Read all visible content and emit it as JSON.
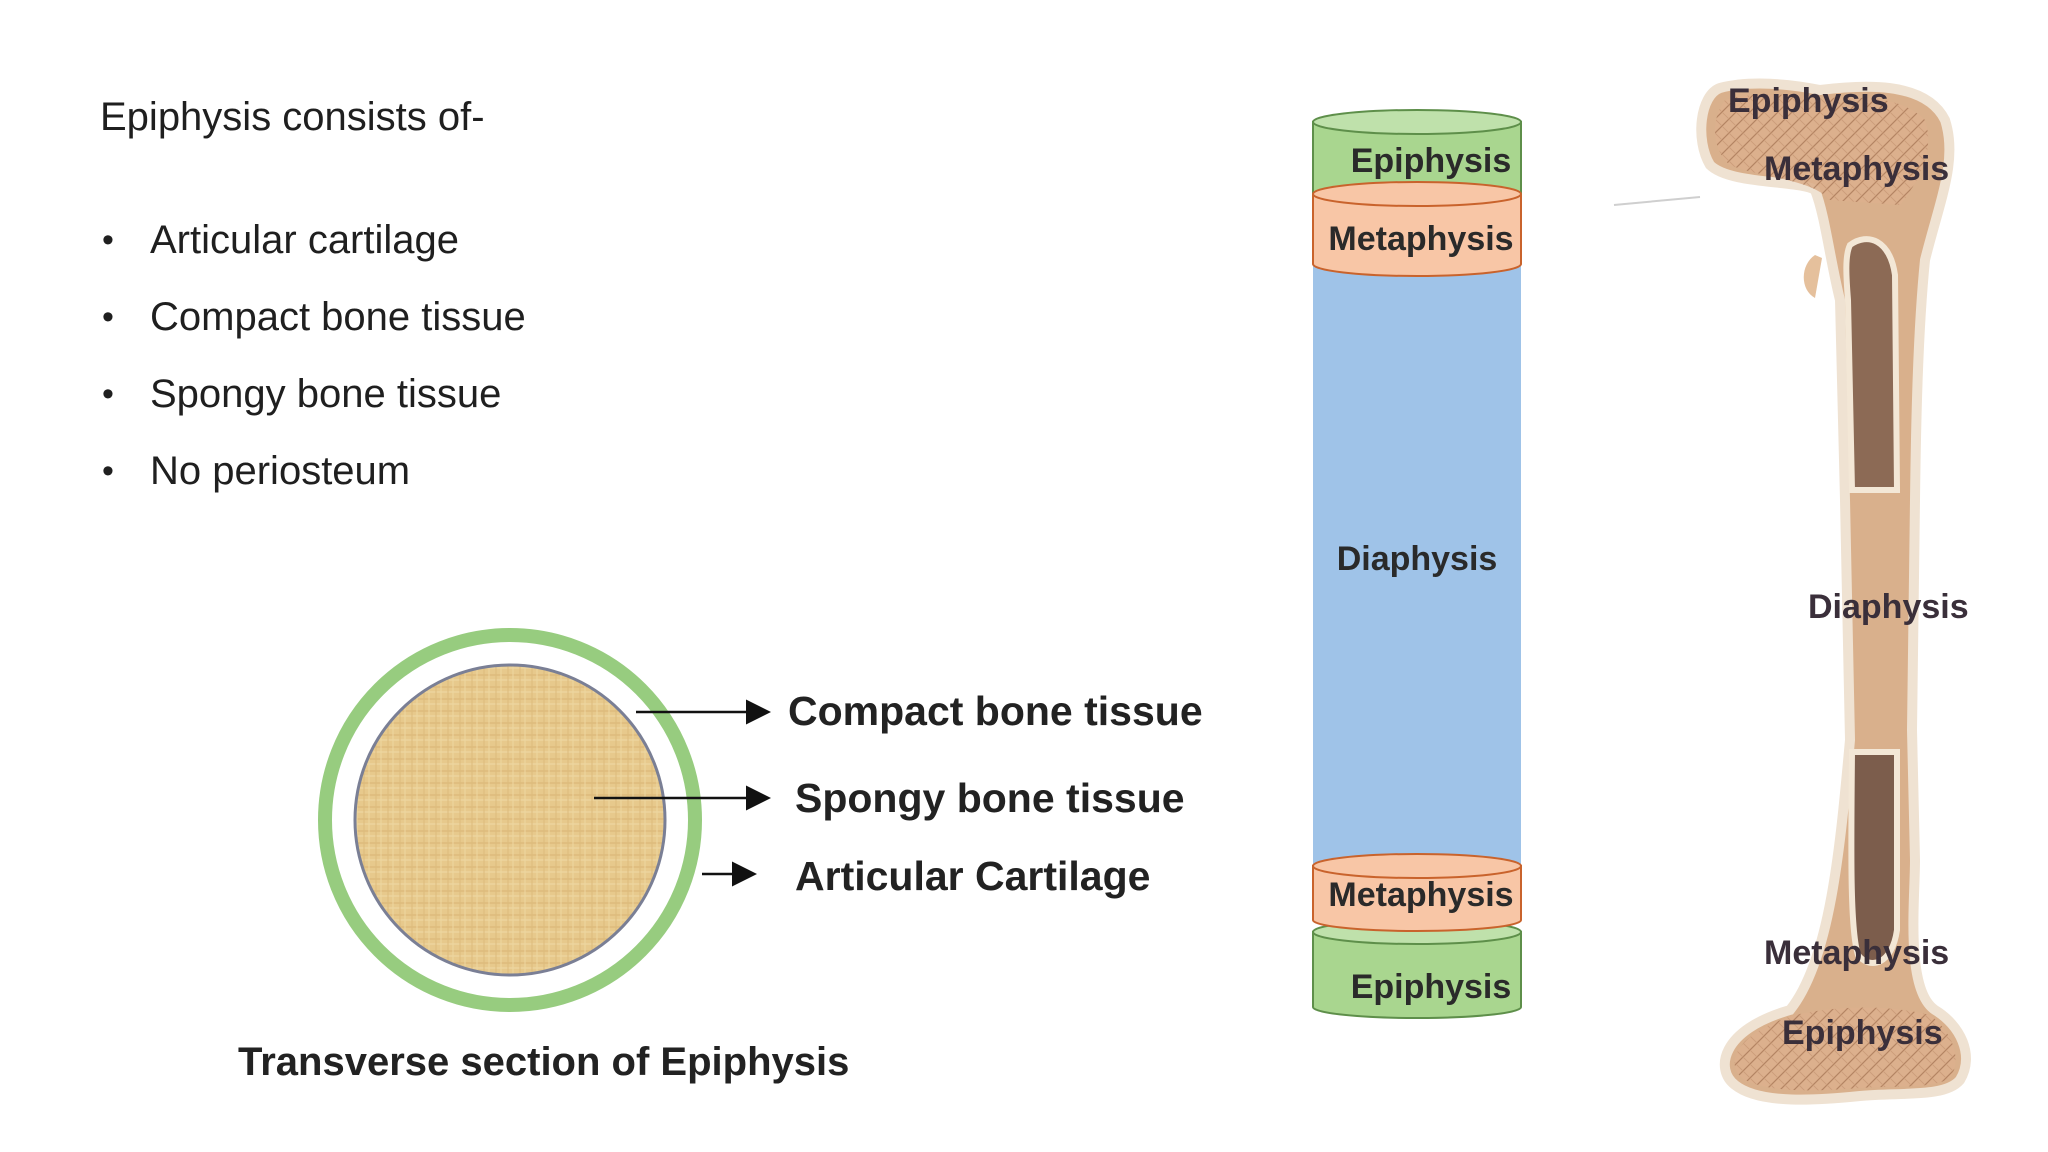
{
  "heading": "Epiphysis consists of-",
  "bullets": [
    "Articular cartilage",
    "Compact bone tissue",
    "Spongy bone tissue",
    "No periosteum"
  ],
  "bullet_glyph": "•",
  "cross_section": {
    "labels": {
      "compact": "Compact bone tissue",
      "spongy": "Spongy bone tissue",
      "cartilage": "Articular Cartilage"
    },
    "caption": "Transverse section of Epiphysis",
    "colors": {
      "cartilage_ring": "#97cc7f",
      "spongy_fill": "#e7c98c",
      "compact_outline": "#7a7f95"
    }
  },
  "cylinder": {
    "top_epiphysis": "Epiphysis",
    "top_metaphysis": "Metaphysis",
    "diaphysis": "Diaphysis",
    "bottom_metaphysis": "Metaphysis",
    "bottom_epiphysis": "Epiphysis",
    "colors": {
      "epiphysis": "#a9d68f",
      "metaphysis": "#f8c6a6",
      "diaphysis": "#9fc3e8"
    }
  },
  "bone": {
    "top_epiphysis": "Epiphysis",
    "top_metaphysis": "Metaphysis",
    "diaphysis": "Diaphysis",
    "bottom_metaphysis": "Metaphysis",
    "bottom_epiphysis": "Epiphysis",
    "colors": {
      "bone": "#d9b08c",
      "marrow": "#8c6a55"
    }
  }
}
